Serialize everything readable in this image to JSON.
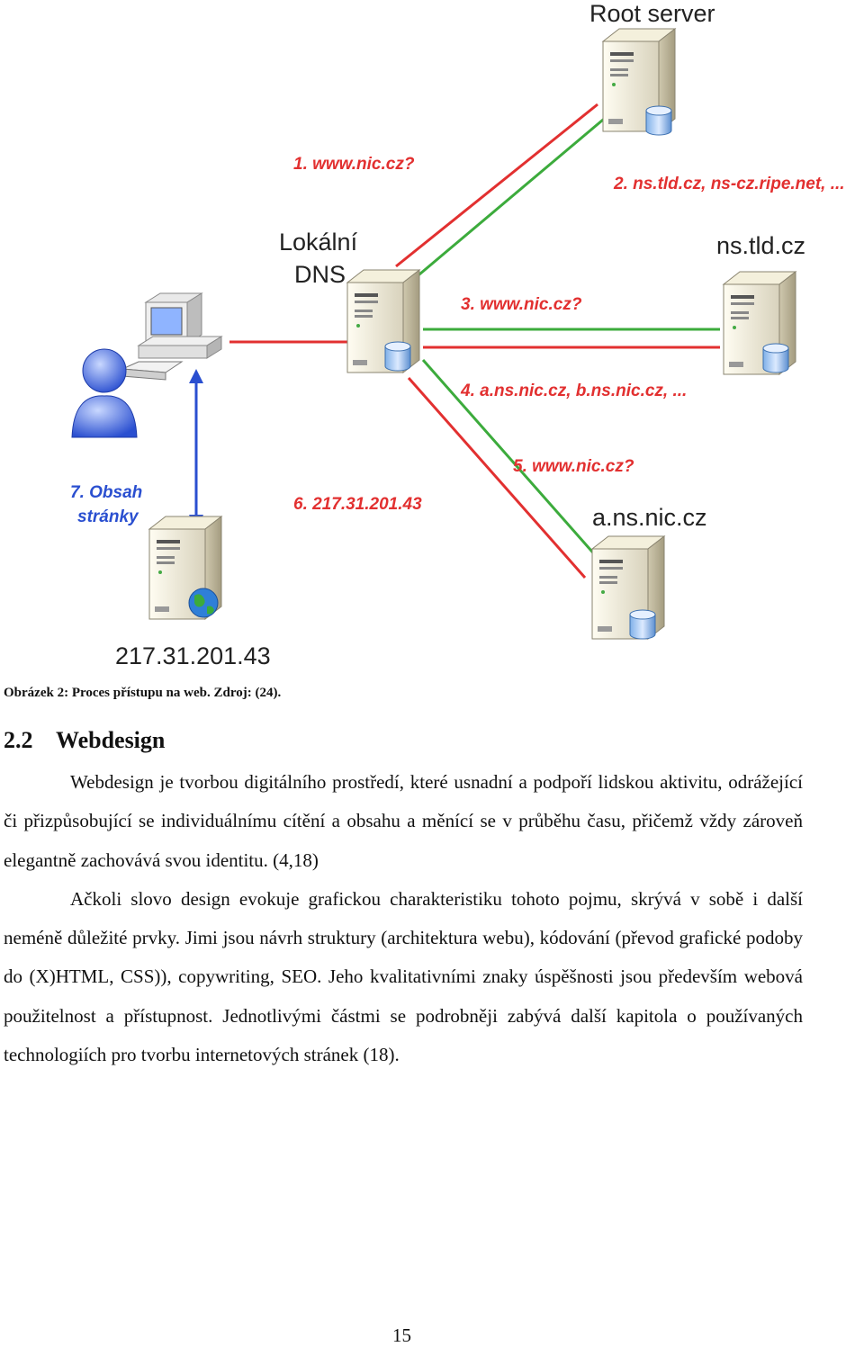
{
  "diagram": {
    "nodes": {
      "root": "Root server",
      "local_line1": "Lokální",
      "local_line2": "DNS",
      "tld": "ns.tld.cz",
      "ans": "a.ns.nic.cz",
      "web": "217.31.201.43"
    },
    "steps": {
      "s1": "1. www.nic.cz?",
      "s2": "2. ns.tld.cz, ns-cz.ripe.net, ...",
      "s3": "3. www.nic.cz?",
      "s4": "4. a.ns.nic.cz, b.ns.nic.cz, ...",
      "s5": "5. www.nic.cz?",
      "s6": "6. 217.31.201.43",
      "s7_line1": "7. Obsah",
      "s7_line2": "stránky"
    },
    "colors": {
      "green": "#3cab3c",
      "red": "#e23030",
      "blue": "#2a4fd0"
    },
    "icons": [
      "server-icon",
      "database-icon",
      "globe-icon",
      "user-icon",
      "computer-icon"
    ]
  },
  "caption": "Obrázek 2: Proces přístupu na web. Zdroj: (24).",
  "section": {
    "number": "2.2",
    "title": "Webdesign"
  },
  "paragraphs": [
    "Webdesign je tvorbou digitálního prostředí, které usnadní a podpoří lidskou aktivitu, odrážející či přizpůsobující se individuálnímu cítění a obsahu a měnící se v průběhu času, přičemž vždy zároveň elegantně zachovává svou identitu. (4,18)",
    "Ačkoli slovo design evokuje grafickou charakteristiku tohoto pojmu, skrývá v sobě i další neméně důležité prvky. Jimi jsou návrh struktury (architektura webu), kódování (převod grafické podoby do (X)HTML, CSS)), copywriting, SEO. Jeho kvalitativními znaky úspěšnosti jsou především webová použitelnost a přístupnost. Jednotlivými částmi se podrobněji zabývá další kapitola o používaných technologiích pro tvorbu internetových stránek (18)."
  ],
  "page_number": "15"
}
